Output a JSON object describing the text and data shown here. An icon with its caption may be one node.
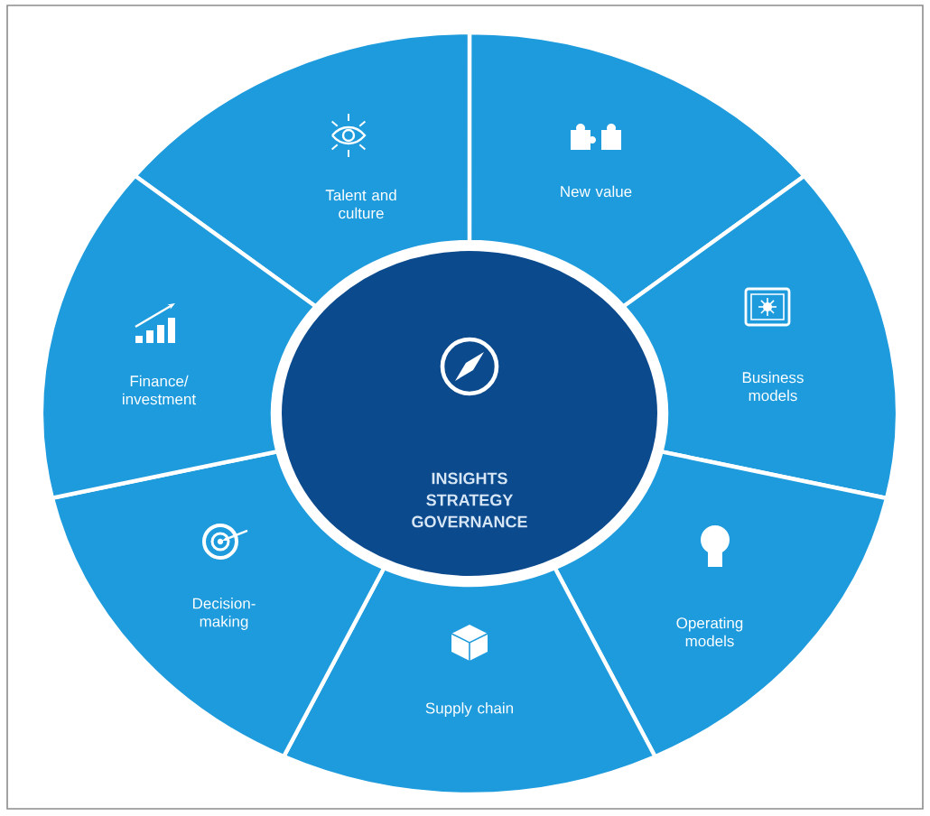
{
  "diagram": {
    "nodes": [
      {
        "text": [
          "INSIGHTS STRATEGY GOVERNANCE"
        ]
      },
      {
        "text": [
          "Talent and culture"
        ]
      },
      {
        "text": [
          "New value"
        ]
      },
      {
        "text": [
          "Business models"
        ]
      },
      {
        "text": [
          "Operating models"
        ]
      },
      {
        "text": [
          "Supply chain"
        ]
      },
      {
        "text": [
          "Decision-making"
        ]
      },
      {
        "text": [
          "Finance/ investment"
        ]
      }
    ]
  }
}
